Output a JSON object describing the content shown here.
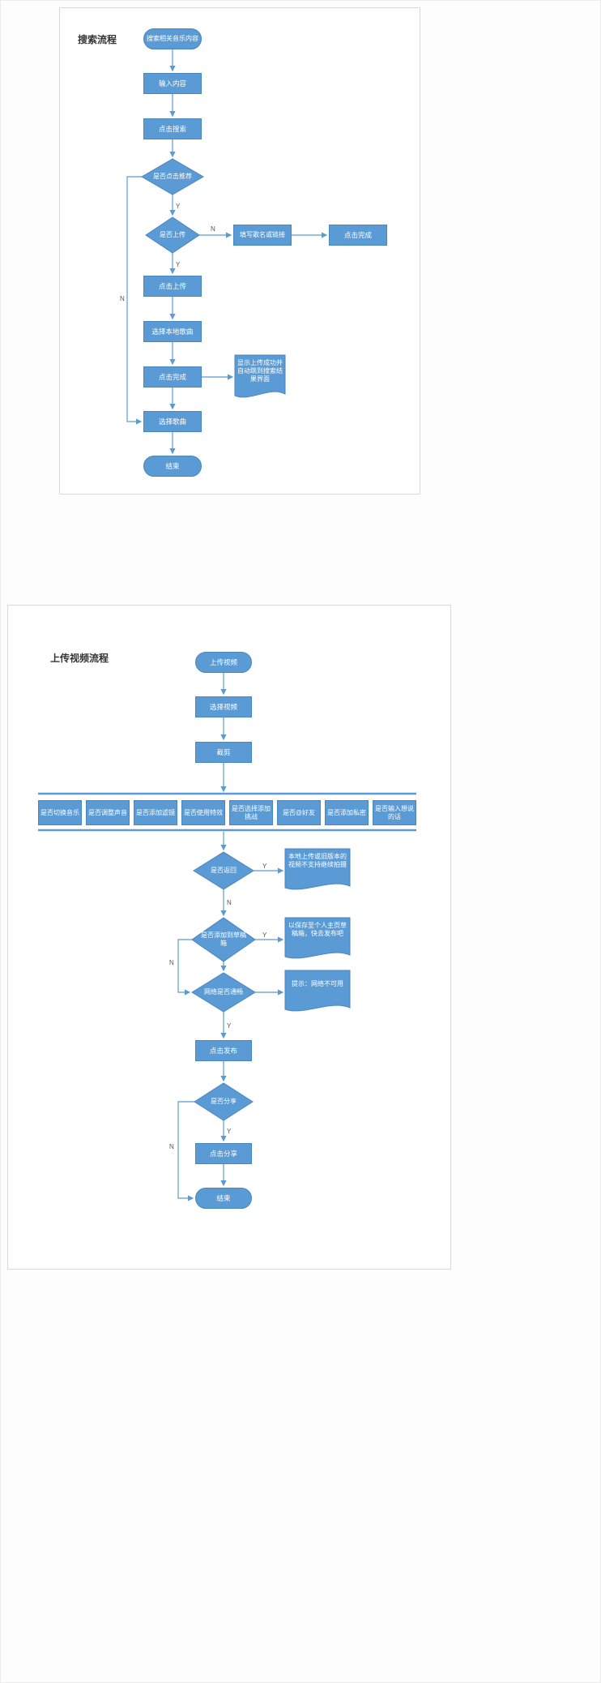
{
  "labels": {
    "y": "Y",
    "n": "N"
  },
  "colors": {
    "shape_fill": "#5b9bd5",
    "shape_border": "#4a86bf",
    "line": "#5b9bd5"
  },
  "search_flow": {
    "title": "搜索流程",
    "start": "搜索相关音乐内容",
    "input_content": "输入内容",
    "click_search": "点击搜索",
    "decide_recommend": "是否点击推荐",
    "decide_upload": "是否上传",
    "fill_song": "填写歌名或链接",
    "done_link": "点击完成",
    "click_upload": "点击上传",
    "select_local": "选择本地歌曲",
    "click_done": "点击完成",
    "note_success": "显示上传成功并自动跳到搜索结果界面",
    "select_song": "选择歌曲",
    "end": "结束"
  },
  "upload_flow": {
    "title": "上传视频流程",
    "start": "上传视频",
    "select_video": "选择视频",
    "trim": "截剪",
    "options": [
      "是否切换音乐",
      "是否调整声音",
      "是否添加滤镜",
      "是否使用特效",
      "是否选择添加挑战",
      "是否@好友",
      "是否添加私密",
      "是否输入想说的话"
    ],
    "decide_return": "是否返回",
    "note_return": "本地上传或旧版本的视频不支持继续拍摄",
    "decide_draft": "是否添加到草稿箱",
    "note_draft": "以保存至个人主页草稿箱，快去发布吧",
    "decide_network": "网络是否通畅",
    "note_network": "提示：网络不可用",
    "publish": "点击发布",
    "decide_share": "是否分享",
    "share": "点击分享",
    "end": "结束"
  }
}
